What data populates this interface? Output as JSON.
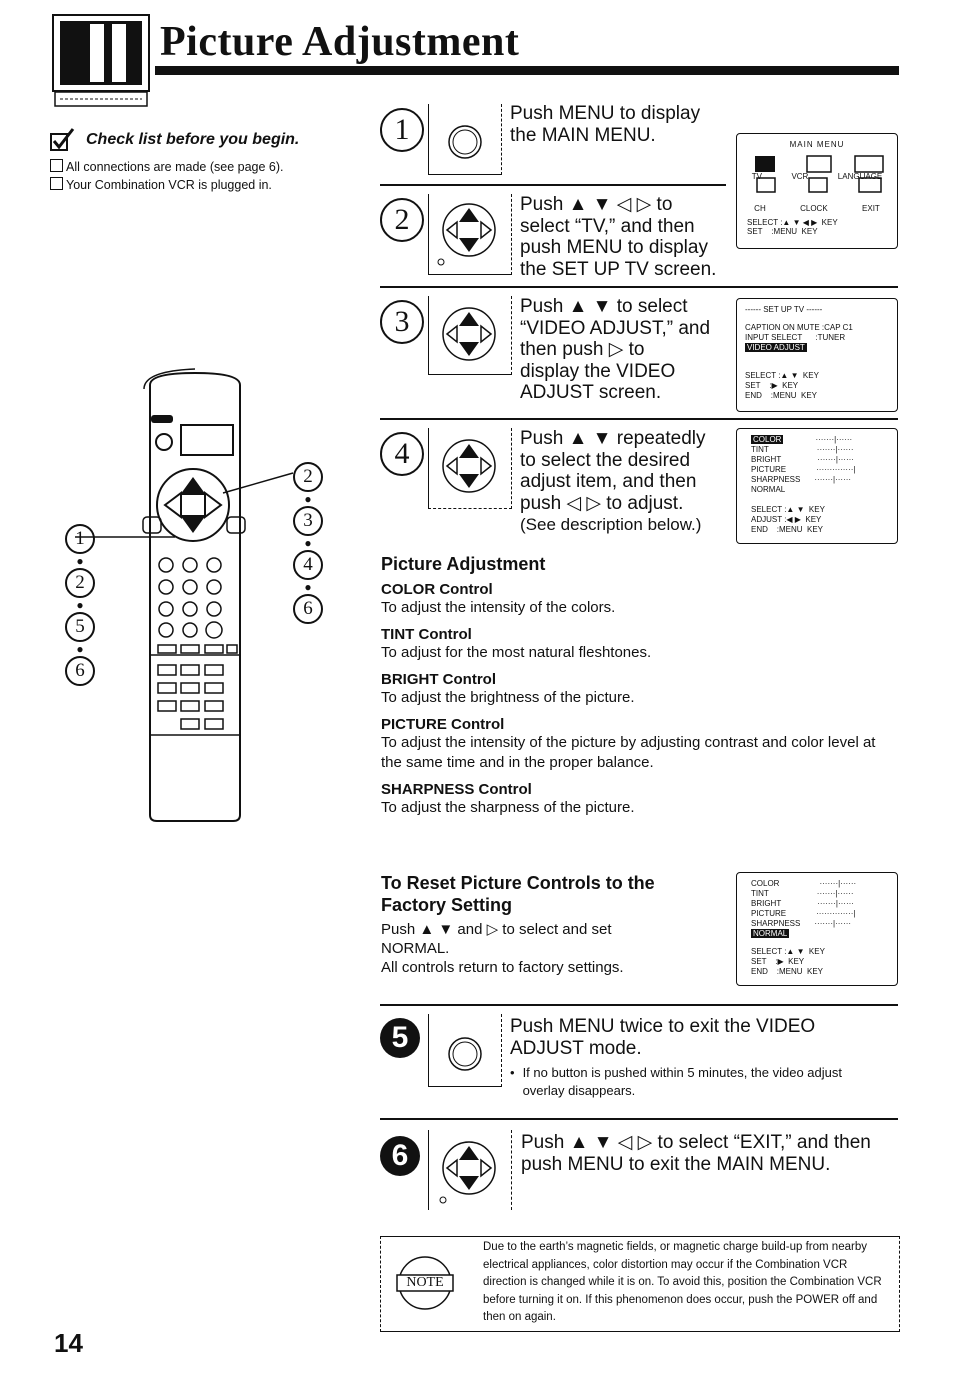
{
  "page": {
    "title": "Picture Adjustment",
    "page_number": "14"
  },
  "checklist": {
    "heading": "Check list before you begin.",
    "items": [
      "All connections are made (see page 6).",
      "Your Combination VCR is plugged in."
    ]
  },
  "steps": [
    {
      "num": "1",
      "lines": [
        "Push MENU to display",
        "the MAIN MENU."
      ]
    },
    {
      "num": "2",
      "lines": [
        "Push ▲ ▼ ◁ ▷ to",
        "select “TV,” and then",
        "push MENU to display",
        "the SET UP TV screen."
      ]
    },
    {
      "num": "3",
      "lines": [
        "Push ▲ ▼ to select",
        "“VIDEO ADJUST,” and",
        "then push ▷ to",
        "display the VIDEO",
        "ADJUST screen."
      ]
    },
    {
      "num": "4",
      "lines": [
        "Push ▲ ▼ repeatedly",
        "to select the desired",
        "adjust item, and then",
        "push ◁ ▷ to adjust."
      ],
      "note": "(See description below.)"
    },
    {
      "num": "5",
      "lines": [
        "Push MENU twice to exit the VIDEO",
        "ADJUST mode."
      ],
      "bullet": "If no button is pushed within 5 minutes, the video adjust overlay disappears."
    },
    {
      "num": "6",
      "lines": [
        "Push ▲ ▼ ◁ ▷ to select  “EXIT,” and then",
        "push MENU to exit the MAIN MENU."
      ]
    }
  ],
  "main_menu": {
    "title": "MAIN MENU",
    "items": [
      "TV",
      "VCR",
      "LANGUAGE",
      "CH",
      "CLOCK",
      "EXIT"
    ],
    "footer": [
      "SELECT :▲ ▼ ◀ ▶  KEY",
      "SET    :MENU  KEY"
    ]
  },
  "setup_tv": {
    "title": "------ SET UP TV ------",
    "rows": [
      "CAPTION ON MUTE :CAP C1",
      "INPUT SELECT      :TUNER",
      "VIDEO ADJUST"
    ],
    "footer": [
      "SELECT :▲ ▼  KEY",
      "SET    :▶  KEY",
      "END    :MENU  KEY"
    ]
  },
  "video_adjust": {
    "items": [
      "COLOR",
      "TINT",
      "BRIGHT",
      "PICTURE",
      "SHARPNESS",
      "NORMAL"
    ],
    "footer": [
      "SELECT :▲ ▼  KEY",
      "ADJUST :◀ ▶  KEY",
      "END    :MENU  KEY"
    ]
  },
  "reset_menu": {
    "items": [
      "COLOR",
      "TINT",
      "BRIGHT",
      "PICTURE",
      "SHARPNESS",
      "NORMAL"
    ],
    "footer": [
      "SELECT :▲ ▼  KEY",
      "SET    :▶  KEY",
      "END    :MENU  KEY"
    ]
  },
  "picture_adjustment": {
    "heading": "Picture Adjustment",
    "controls": [
      {
        "name": "COLOR Control",
        "desc": "To adjust the intensity of the colors."
      },
      {
        "name": "TINT Control",
        "desc": "To adjust for the most natural fleshtones."
      },
      {
        "name": "BRIGHT Control",
        "desc": "To adjust the brightness of the picture."
      },
      {
        "name": "PICTURE Control",
        "desc": "To adjust the intensity of the picture by adjusting contrast and color level at the same time and in the proper balance."
      },
      {
        "name": "SHARPNESS Control",
        "desc": "To adjust the sharpness of the picture."
      }
    ]
  },
  "reset": {
    "heading_1": "To Reset Picture Controls to the",
    "heading_2": "Factory Setting",
    "line_1": "Push ▲ ▼ and ▷ to select and set",
    "line_2": "NORMAL.",
    "line_3": "All controls return to factory settings."
  },
  "note": {
    "label": "NOTE",
    "text": "Due to the earth’s magnetic fields, or magnetic charge build-up from nearby electrical appliances, color distortion may occur if the Combination VCR direction is changed while it is on. To avoid this, position the Combination VCR before turning it on. If this phenomenon does occur, push the POWER off and then on again."
  },
  "remote_callouts": {
    "left": [
      "1",
      "2",
      "5",
      "6"
    ],
    "right": [
      "2",
      "3",
      "4",
      "6"
    ]
  }
}
